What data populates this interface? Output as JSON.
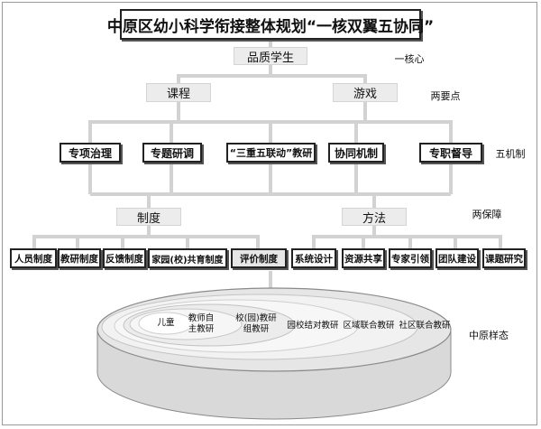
{
  "title": "中原区幼小科学衔接整体规划“一核双翼五协同”",
  "core": {
    "label": "品质学生",
    "tag": "一核心"
  },
  "points": {
    "items": [
      "课程",
      "游戏"
    ],
    "tag": "两要点"
  },
  "mechanisms": {
    "items": [
      "专项治理",
      "专题研调",
      "“三重五联动”教研",
      "协同机制",
      "专职督导"
    ],
    "tag": "五机制"
  },
  "guarantees": {
    "items": [
      "制度",
      "方法"
    ],
    "tag": "两保障",
    "system_items": [
      "人员制度",
      "教研制度",
      "反馈制度",
      "家园(校)共育制度",
      "评价制度"
    ],
    "method_items": [
      "系统设计",
      "资源共享",
      "专家引领",
      "团队建设",
      "课题研究"
    ]
  },
  "base": {
    "rings": [
      "儿童",
      "教师自主教研",
      "校(园)教研组教研",
      "园校结对教研",
      "区域联合教研",
      "社区联合教研"
    ],
    "tag": "中原样态"
  }
}
